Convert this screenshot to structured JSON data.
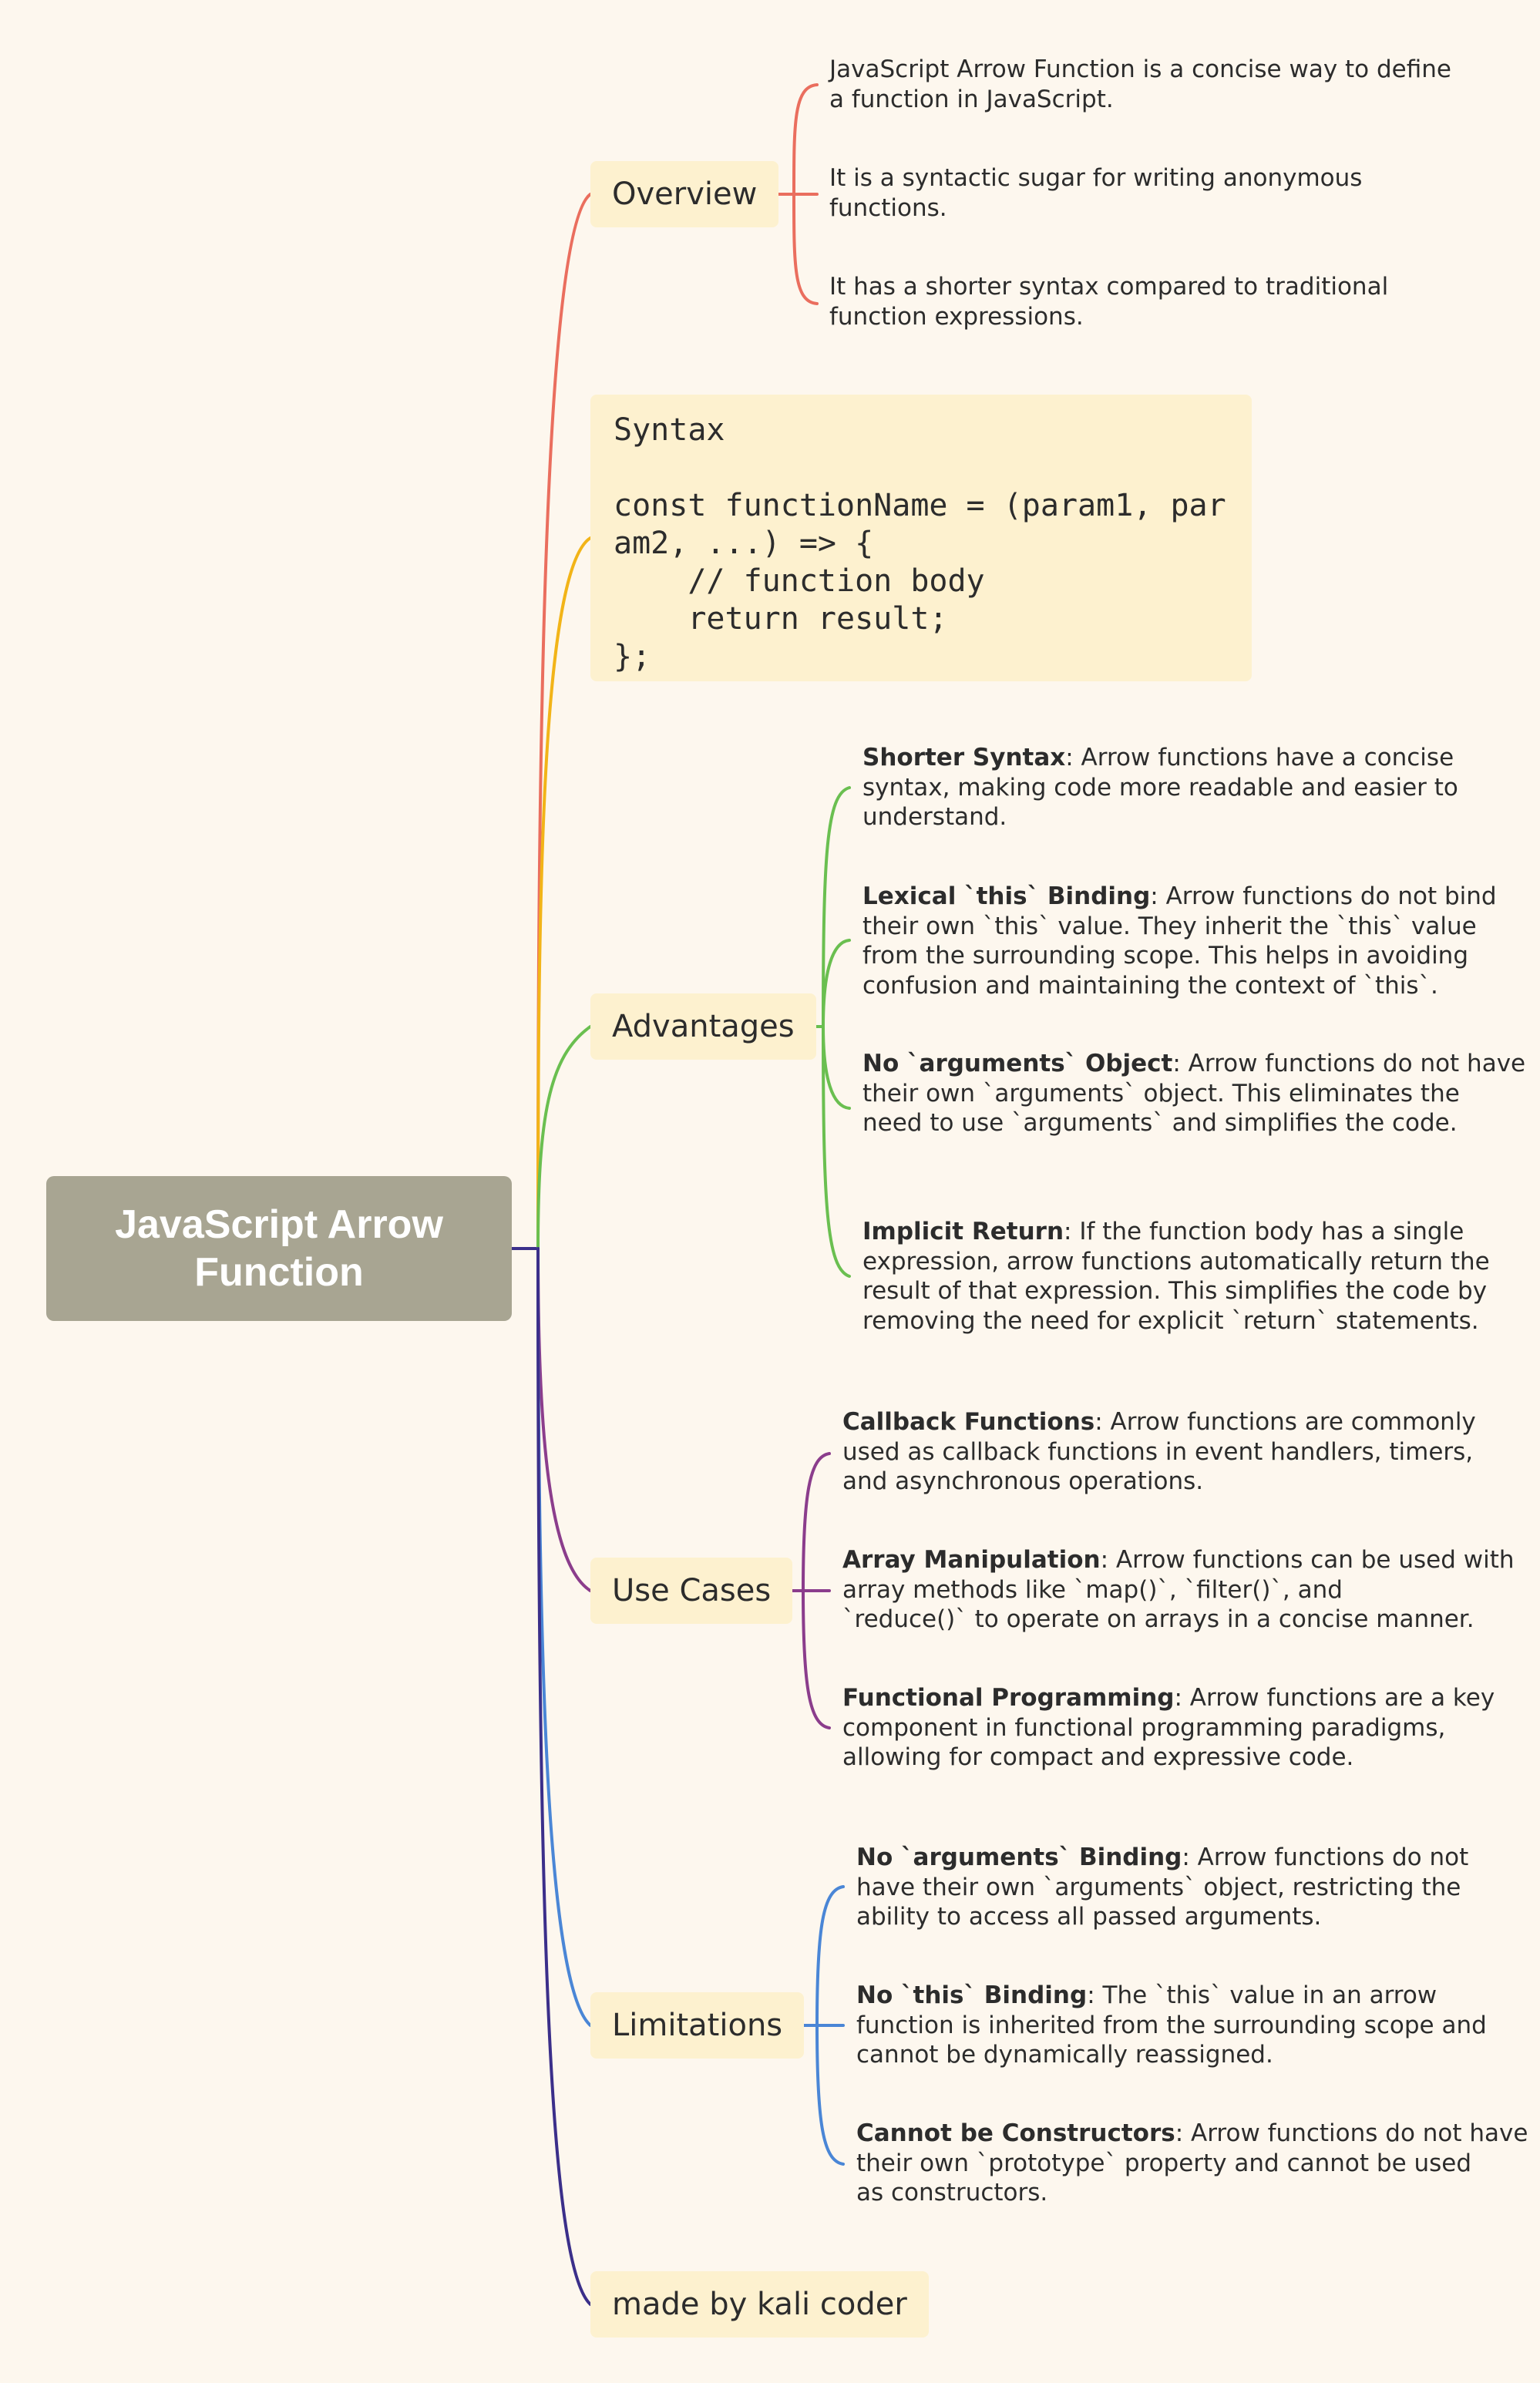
{
  "root": {
    "title_line1": "JavaScript Arrow",
    "title_line2": "Function",
    "color": "#a8a592"
  },
  "colors": {
    "root_connector": "#3b2f8a",
    "overview": "#ea6e5e",
    "syntax": "#f2b418",
    "advantages": "#6abf50",
    "use_cases": "#8b3d8c",
    "limitations": "#4a86d6",
    "footer": "#3b2f8a",
    "node_fill": "#fdf1cf",
    "background": "#fdf7ee"
  },
  "overview": {
    "label": "Overview",
    "items": [
      {
        "line1": "JavaScript Arrow Function is a concise way to define",
        "line2": "a function in JavaScript."
      },
      {
        "line1": "It is a syntactic sugar for writing anonymous",
        "line2": "functions."
      },
      {
        "line1": "It has a shorter syntax compared to traditional",
        "line2": "function expressions."
      }
    ]
  },
  "syntax": {
    "label": "Syntax",
    "code": "const functionName = (param1, par\nam2, ...) => {\n    // function body\n    return result;\n};"
  },
  "advantages": {
    "label": "Advantages",
    "items": [
      {
        "bold": "Shorter Syntax",
        "line1": ": Arrow functions have a concise",
        "line2": "syntax, making code more readable and easier to",
        "line3": "understand."
      },
      {
        "bold": "Lexical `this` Binding",
        "line1": ": Arrow functions do not bind",
        "line2": "their own `this` value. They inherit the `this` value",
        "line3": "from the surrounding scope. This helps in avoiding",
        "line4": "confusion and maintaining the context of `this`."
      },
      {
        "bold": "No `arguments` Object",
        "line1": ": Arrow functions do not have",
        "line2": "their own `arguments` object. This eliminates the",
        "line3": "need to use `arguments` and simplifies the code."
      },
      {
        "bold": "Implicit Return",
        "line1": ": If the function body has a single",
        "line2": "expression, arrow functions automatically return the",
        "line3": "result of that expression. This simplifies the code by",
        "line4": "removing the need for explicit `return` statements."
      }
    ]
  },
  "use_cases": {
    "label": "Use Cases",
    "items": [
      {
        "bold": "Callback Functions",
        "line1": ": Arrow functions are commonly",
        "line2": "used as callback functions in event handlers, timers,",
        "line3": "and asynchronous operations."
      },
      {
        "bold": "Array Manipulation",
        "line1": ": Arrow functions can be used with",
        "line2": "array methods like `map()`, `filter()`, and",
        "line3": "`reduce()` to operate on arrays in a concise manner."
      },
      {
        "bold": "Functional Programming",
        "line1": ": Arrow functions are a key",
        "line2": "component in functional programming paradigms,",
        "line3": "allowing for compact and expressive code."
      }
    ]
  },
  "limitations": {
    "label": "Limitations",
    "items": [
      {
        "bold": "No `arguments` Binding",
        "line1": ": Arrow functions do not",
        "line2": "have their own `arguments` object, restricting the",
        "line3": "ability to access all passed arguments."
      },
      {
        "bold": "No `this` Binding",
        "line1": ": The `this` value in an arrow",
        "line2": "function is inherited from the surrounding scope and",
        "line3": "cannot be dynamically reassigned."
      },
      {
        "bold": "Cannot be Constructors",
        "line1": ": Arrow functions do not have",
        "line2": "their own `prototype` property and cannot be used",
        "line3": "as constructors."
      }
    ]
  },
  "footer": {
    "label": "made by kali coder"
  }
}
